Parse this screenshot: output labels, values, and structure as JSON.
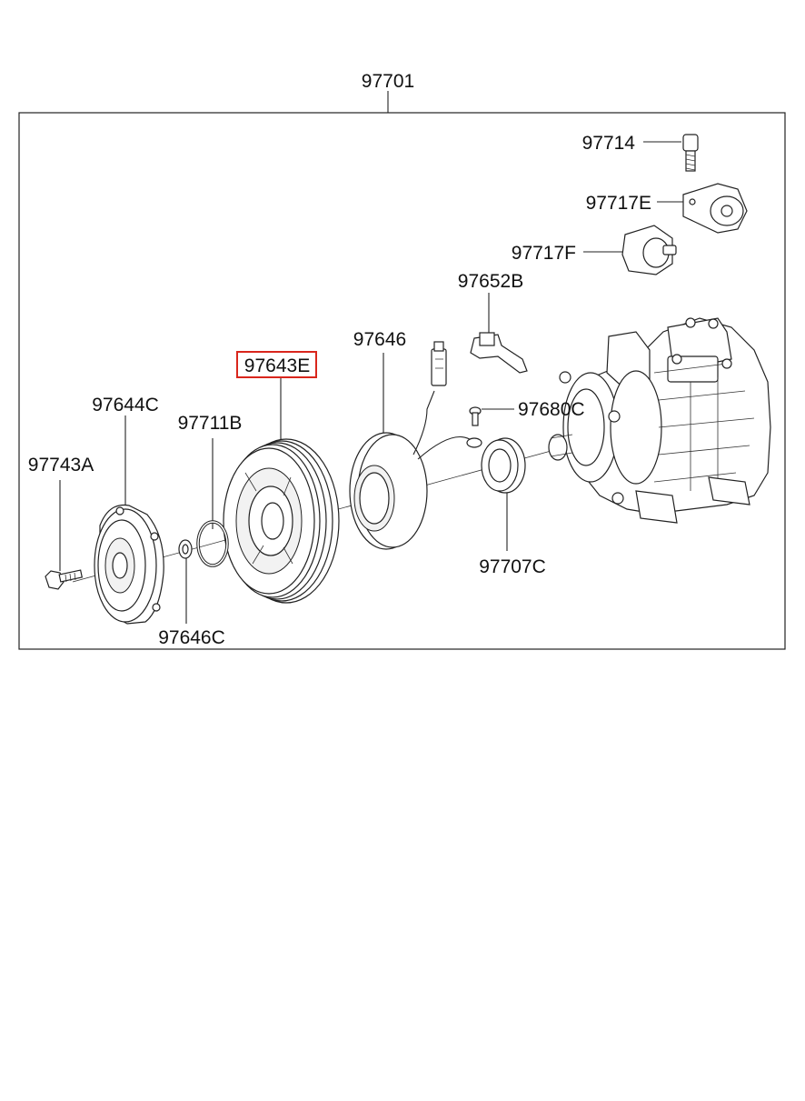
{
  "diagram": {
    "assembly_label": "97701",
    "highlight_color": "#d9261c",
    "parts": [
      {
        "id": "97714",
        "label": "97714",
        "depicts": "bolt"
      },
      {
        "id": "97717E",
        "label": "97717E",
        "depicts": "cover"
      },
      {
        "id": "97717F",
        "label": "97717F",
        "depicts": "valve"
      },
      {
        "id": "97652B",
        "label": "97652B",
        "depicts": "bracket"
      },
      {
        "id": "97646",
        "label": "97646",
        "depicts": "field-coil"
      },
      {
        "id": "97643E",
        "label": "97643E",
        "depicts": "pulley",
        "highlighted": true
      },
      {
        "id": "97680C",
        "label": "97680C",
        "depicts": "screw"
      },
      {
        "id": "97644C",
        "label": "97644C",
        "depicts": "clutch-hub"
      },
      {
        "id": "97711B",
        "label": "97711B",
        "depicts": "snap-ring"
      },
      {
        "id": "97743A",
        "label": "97743A",
        "depicts": "bolt"
      },
      {
        "id": "97707C",
        "label": "97707C",
        "depicts": "bearing"
      },
      {
        "id": "97646C",
        "label": "97646C",
        "depicts": "shim"
      }
    ]
  }
}
